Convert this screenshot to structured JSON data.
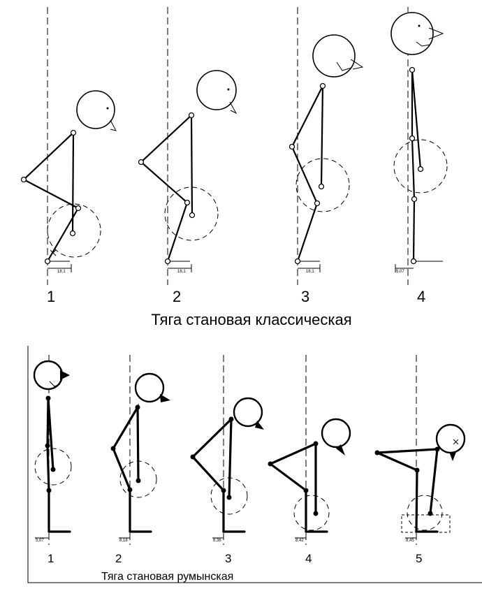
{
  "classic": {
    "title": "Тяга становая классическая",
    "figures": [
      {
        "label": "1",
        "measure": "18,1"
      },
      {
        "label": "2",
        "measure": "18,1"
      },
      {
        "label": "3",
        "measure": "16,1"
      },
      {
        "label": "4",
        "measure": "5,07"
      }
    ]
  },
  "romanian": {
    "title": "Тяга становая румынская",
    "figures": [
      {
        "label": "1",
        "measure": "5,07"
      },
      {
        "label": "2",
        "measure": "8,18"
      },
      {
        "label": "3",
        "measure": "8,36"
      },
      {
        "label": "4",
        "measure": "8,42"
      },
      {
        "label": "5",
        "measure": "8,45"
      }
    ]
  }
}
